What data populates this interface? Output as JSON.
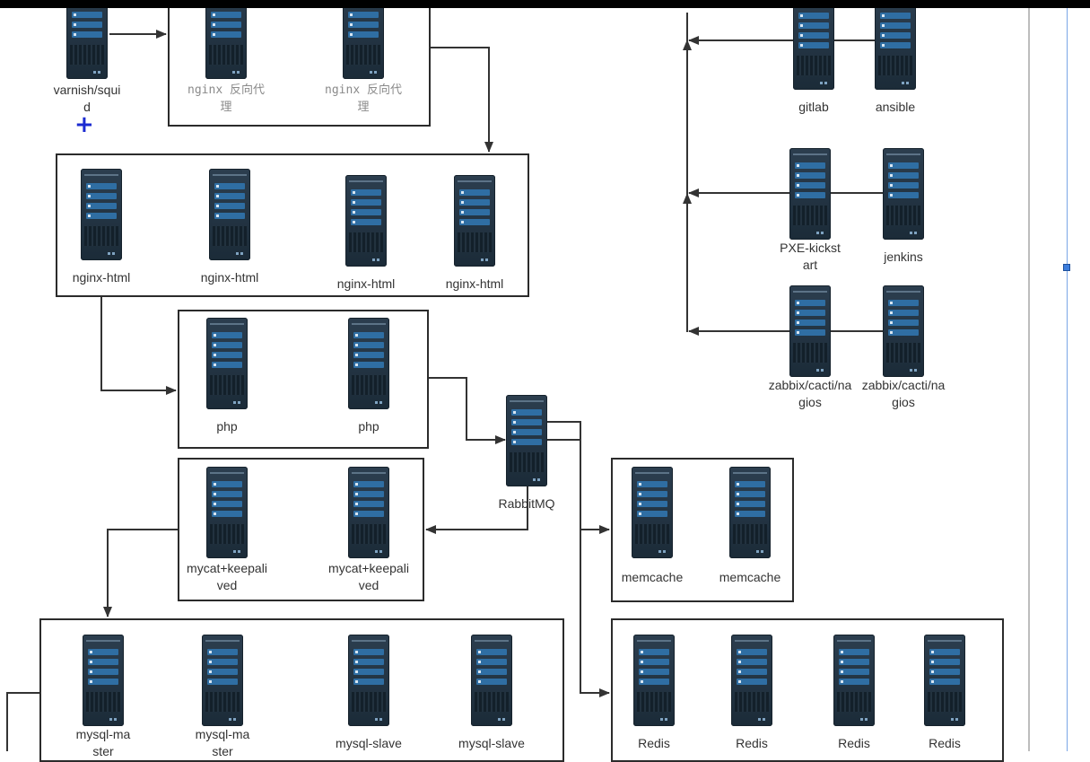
{
  "nodes": {
    "varnish": "varnish/squid",
    "nginx_proxy_1": "nginx 反向代理",
    "nginx_proxy_2": "nginx 反向代理",
    "nginx_html_1": "nginx-html",
    "nginx_html_2": "nginx-html",
    "nginx_html_3": "nginx-html",
    "nginx_html_4": "nginx-html",
    "php_1": "php",
    "php_2": "php",
    "rabbitmq": "RabbitMQ",
    "mycat_1": "mycat+keepalived",
    "mycat_2": "mycat+keepalived",
    "mysql_master_1": "mysql-master",
    "mysql_master_2": "mysql-master",
    "mysql_slave_1": "mysql-slave",
    "mysql_slave_2": "mysql-slave",
    "memcache_1": "memcache",
    "memcache_2": "memcache",
    "redis_1": "Redis",
    "redis_2": "Redis",
    "redis_3": "Redis",
    "redis_4": "Redis",
    "gitlab": "gitlab",
    "ansible": "ansible",
    "pxe": "PXE-kickstart",
    "jenkins": "jenkins",
    "zabbix_1": "zabbix/cacti/nagios",
    "zabbix_2": "zabbix/cacti/nagios"
  },
  "colors": {
    "server_body": "#1f2f3c",
    "server_bar": "#2f6ea3",
    "wire": "#333333",
    "cursor": "#1c2bd1",
    "handle": "#3b7ddd"
  }
}
